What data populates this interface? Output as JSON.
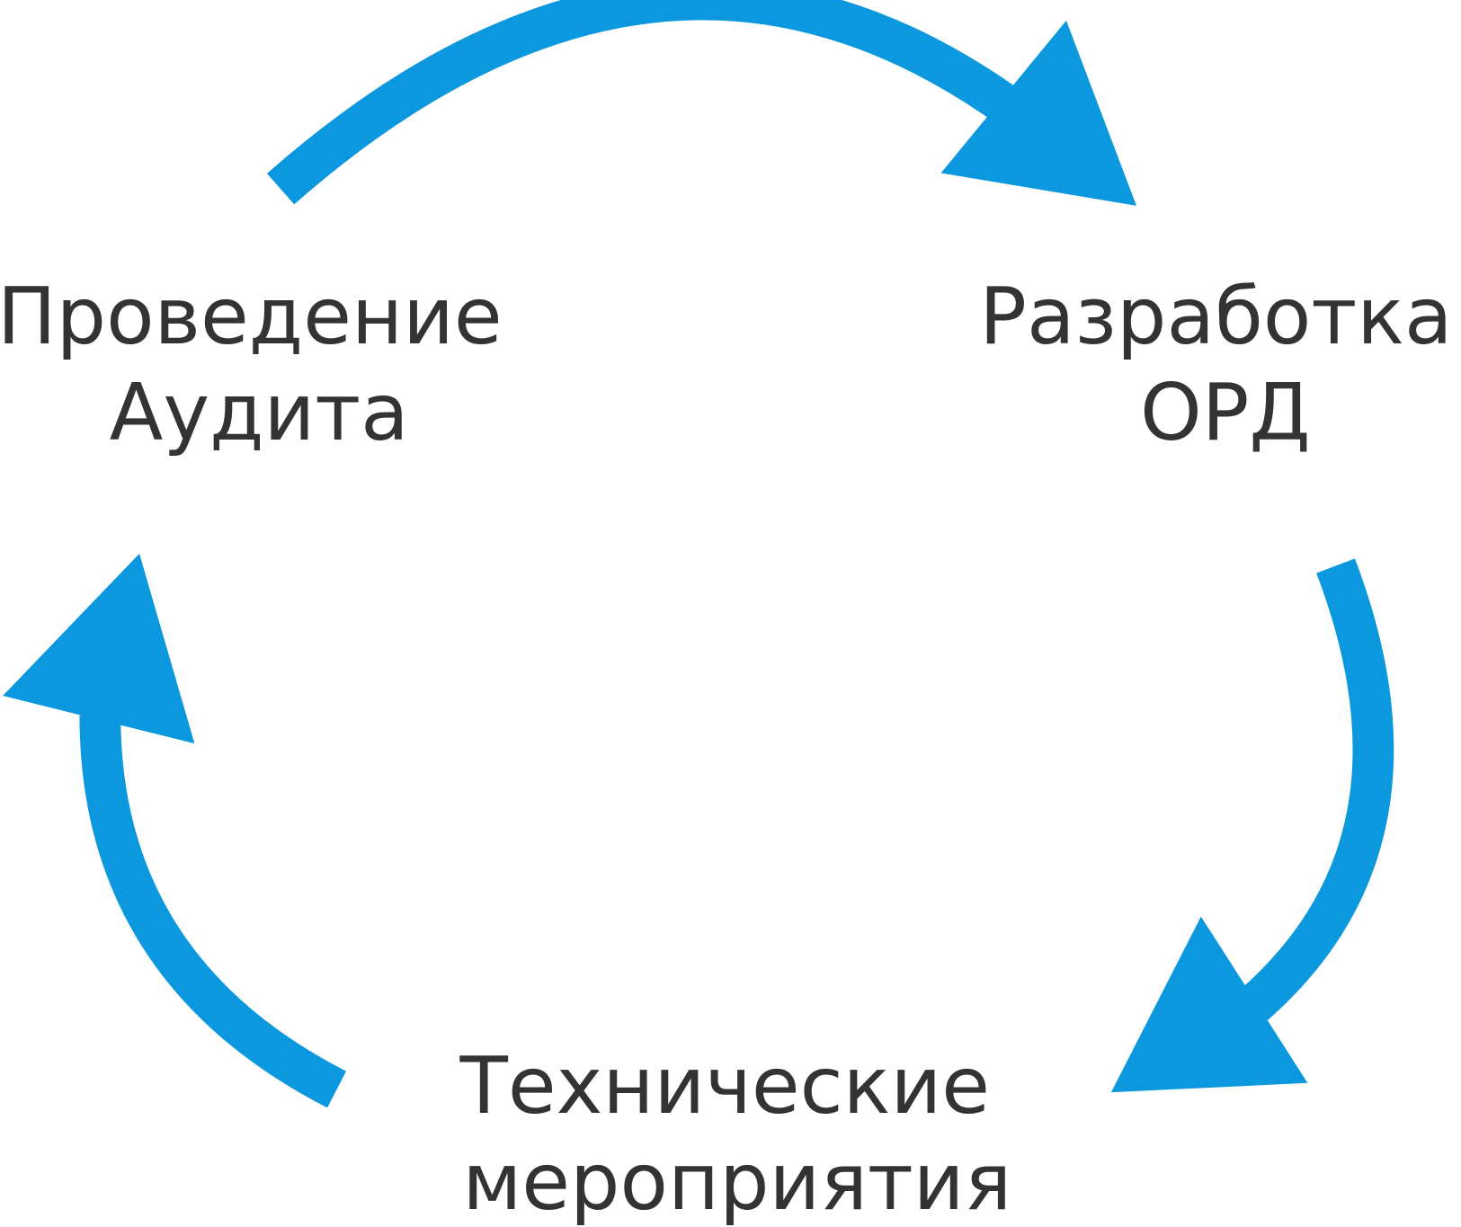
{
  "colors": {
    "arrow": "#0B98DE",
    "text": "#333333"
  },
  "stages": [
    {
      "id": "audit",
      "lines": [
        "Проведение",
        "Аудита"
      ]
    },
    {
      "id": "ord",
      "lines": [
        "Разработка",
        "ОРД"
      ]
    },
    {
      "id": "tech",
      "lines": [
        "Технические",
        "мероприятия"
      ]
    }
  ]
}
